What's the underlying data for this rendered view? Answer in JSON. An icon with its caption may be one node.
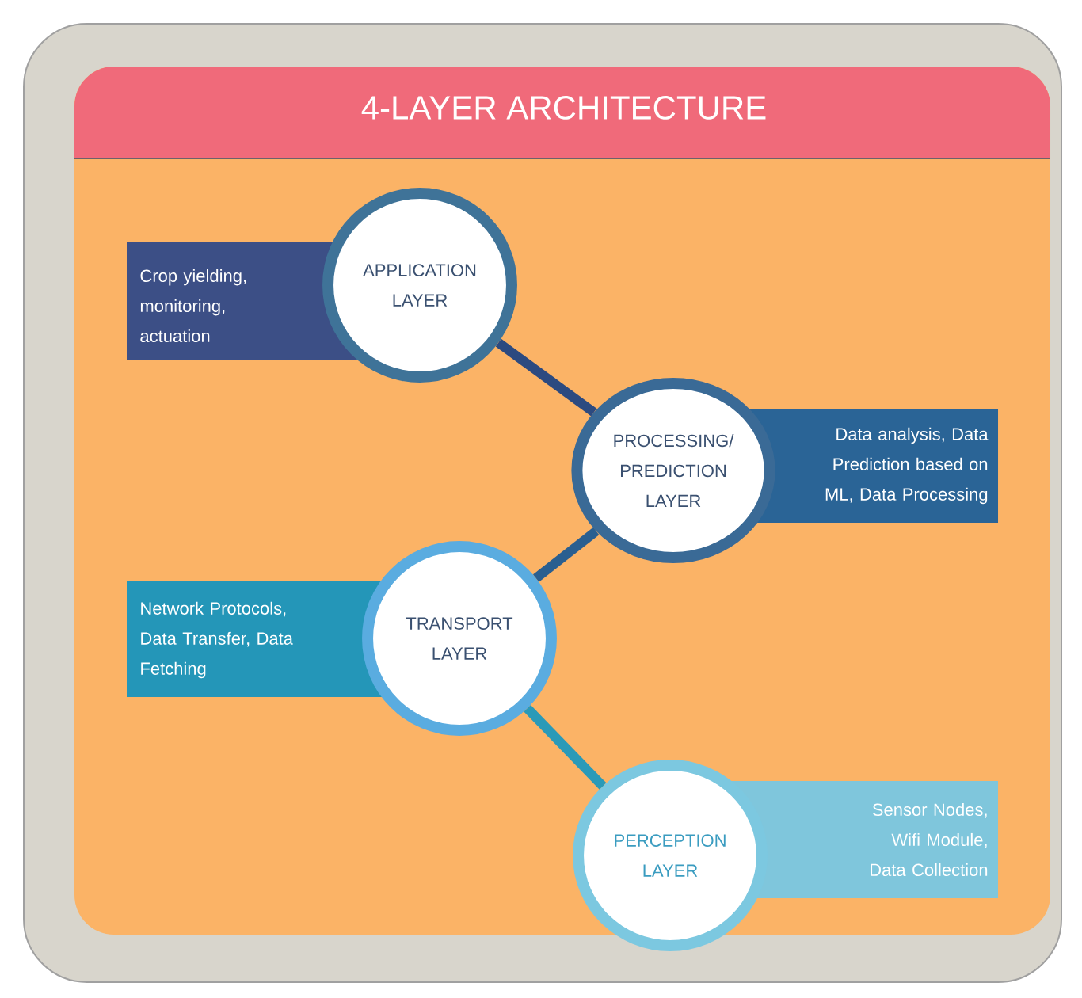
{
  "diagram": {
    "title": "4-LAYER ARCHITECTURE",
    "nodes": [
      {
        "text": [
          "Crop yielding, monitoring, actuation"
        ]
      },
      {
        "text": [
          "APPLICATION LAYER"
        ]
      },
      {
        "text": [
          "PROCESSING/ PREDICTION LAYER"
        ]
      },
      {
        "text": [
          "Data analysis, Data Prediction based on ML, Data Processing"
        ]
      },
      {
        "text": [
          "Network Protocols, Data Transfer, Data Fetching"
        ]
      },
      {
        "text": [
          "TRANSPORT LAYER"
        ]
      },
      {
        "text": [
          "PERCEPTION LAYER"
        ]
      },
      {
        "text": [
          "Sensor Nodes, Wifi Module, Data Collection"
        ]
      }
    ],
    "edges": [
      {
        "from": 1,
        "to": 2,
        "arrow": "none",
        "color": "#2c4a80"
      },
      {
        "from": 5,
        "to": 2,
        "arrow": "none",
        "color": "#2a5f90"
      },
      {
        "from": 5,
        "to": 6,
        "arrow": "none",
        "color": "#2a9ab8"
      }
    ]
  }
}
